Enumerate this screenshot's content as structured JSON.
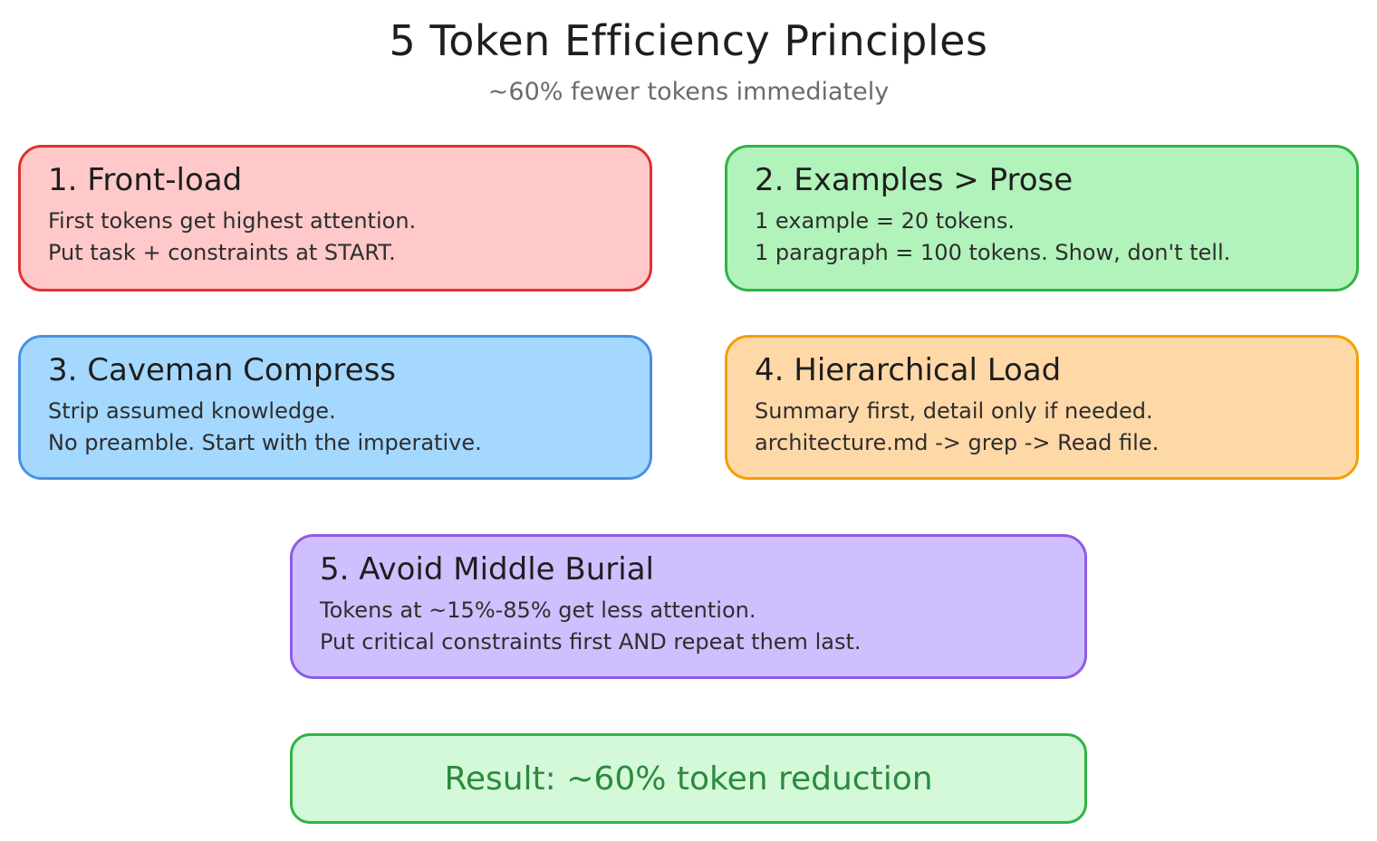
{
  "title": "5 Token Efficiency Principles",
  "subtitle": "~60% fewer tokens immediately",
  "principles": [
    {
      "heading": "1. Front-load",
      "lines": [
        "First tokens get highest attention.",
        "Put task + constraints at START."
      ],
      "colors": {
        "fill": "#ffc9c9",
        "stroke": "#e03131"
      }
    },
    {
      "heading": "2. Examples > Prose",
      "lines": [
        "1 example = 20 tokens.",
        "1 paragraph = 100 tokens. Show, don't tell."
      ],
      "colors": {
        "fill": "#b2f2bb",
        "stroke": "#2fb344"
      }
    },
    {
      "heading": "3. Caveman Compress",
      "lines": [
        "Strip assumed knowledge.",
        "No preamble. Start with the imperative."
      ],
      "colors": {
        "fill": "#a5d8ff",
        "stroke": "#4a90e2"
      }
    },
    {
      "heading": "4. Hierarchical Load",
      "lines": [
        "Summary first, detail only if needed.",
        "architecture.md -> grep -> Read file."
      ],
      "colors": {
        "fill": "#ffd8a8",
        "stroke": "#f59f00"
      }
    },
    {
      "heading": "5. Avoid Middle Burial",
      "lines": [
        "Tokens at ~15%-85% get less attention.",
        "Put critical constraints first AND repeat them last."
      ],
      "colors": {
        "fill": "#d0bfff",
        "stroke": "#8c5ce6"
      }
    }
  ],
  "result": {
    "text": "Result: ~60% token reduction",
    "colors": {
      "fill": "#d3f9d8",
      "stroke": "#2fb344",
      "text": "#2b8a3e"
    }
  }
}
